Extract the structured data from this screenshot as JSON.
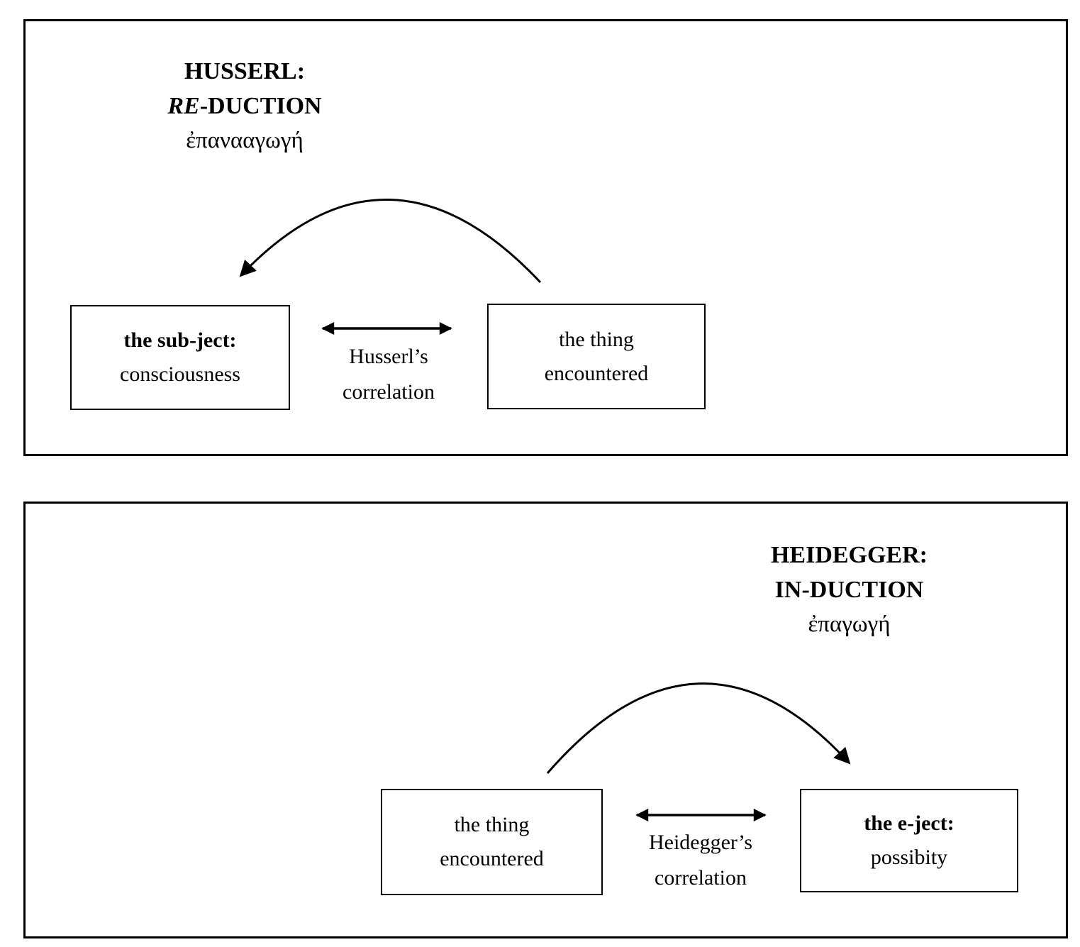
{
  "husserl_panel": {
    "title_line1": "HUSSERL:",
    "title_line2_emphasis": "RE",
    "title_line2_rest": "-DUCTION",
    "title_line3_greek": "ἐπανααγωγή",
    "subject_box_heading": "the sub-ject:",
    "subject_box_body": "consciousness",
    "thing_box_line1": "the thing",
    "thing_box_line2": "encountered",
    "correlation_line1": "Husserl’s",
    "correlation_line2": "correlation"
  },
  "heidegger_panel": {
    "title_line1": "HEIDEGGER:",
    "title_line2": "IN-DUCTION",
    "title_line3_greek": "ἐπαγωγή",
    "thing_box_line1": "the thing",
    "thing_box_line2": "encountered",
    "eject_box_heading": "the e-ject:",
    "eject_box_body": "possibity",
    "correlation_line1": "Heidegger’s",
    "correlation_line2": "correlation"
  },
  "colors": {
    "ink": "#000000",
    "background": "#ffffff"
  }
}
